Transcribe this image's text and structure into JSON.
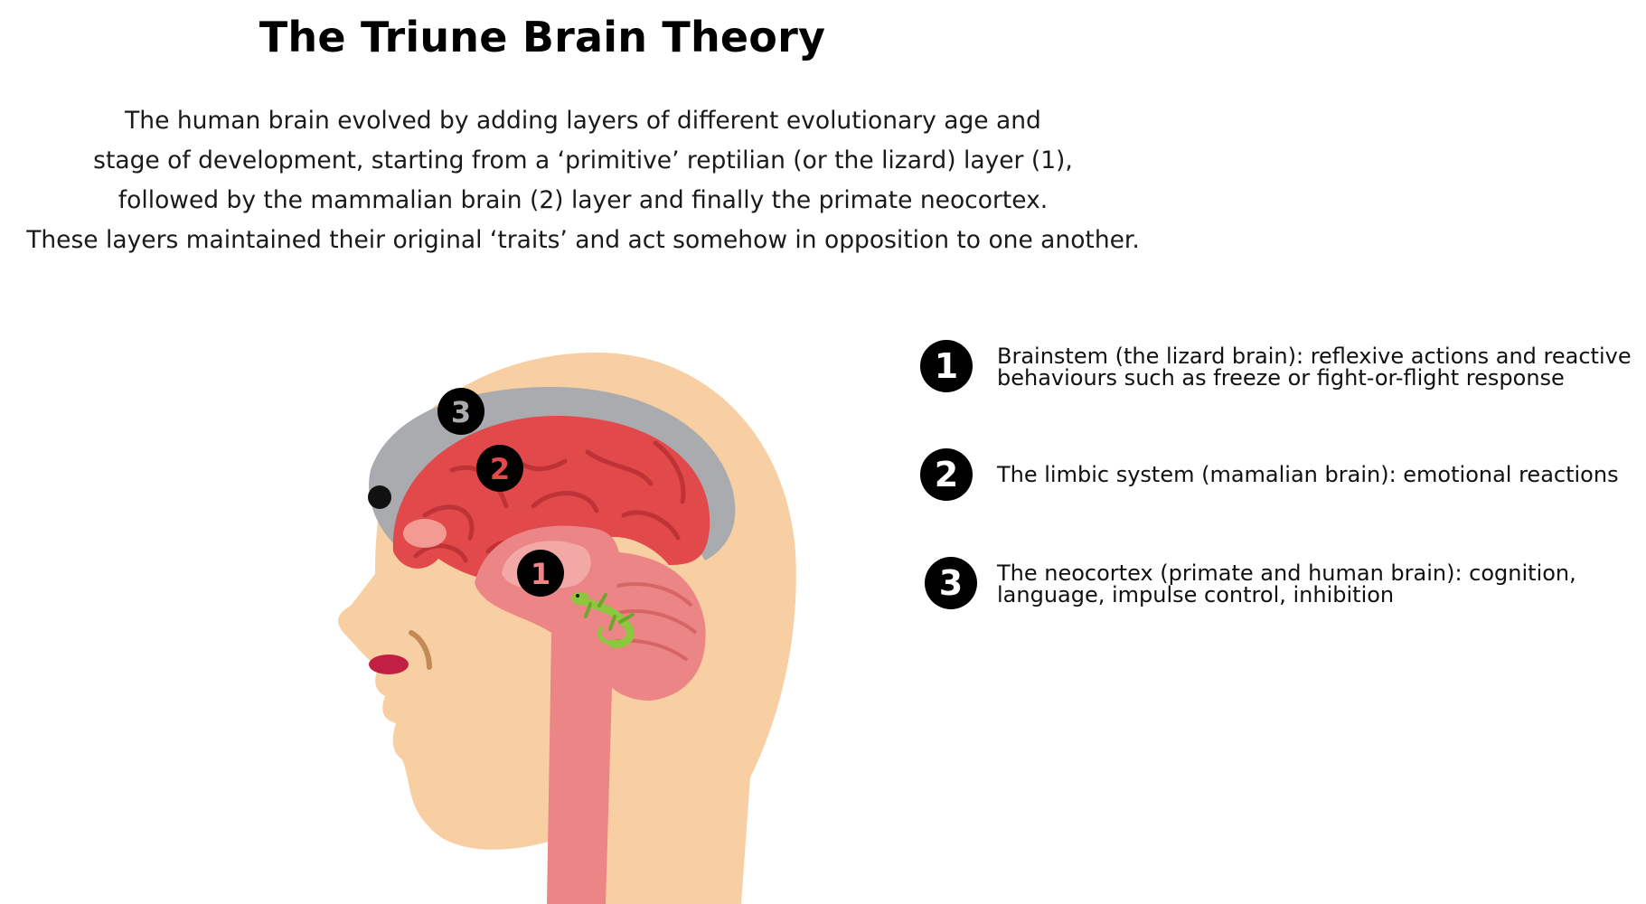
{
  "title": "The Triune Brain Theory",
  "intro_lines": [
    "The human brain evolved by adding layers of different evolutionary age and",
    "stage of development, starting from a ‘primitive’ reptilian (or the lizard) layer (1),",
    "followed by the mammalian brain (2) layer and finally the primate neocortex.",
    "These layers maintained their original ‘traits’ and act somehow in opposition to one another."
  ],
  "diagram": {
    "markers": [
      "3",
      "2",
      "1"
    ],
    "colors": {
      "skin": "#f8cfa2",
      "neocortex": "#a9abae",
      "limbic": "#e2494b",
      "brainstem": "#ec8585",
      "marker": "#000000",
      "lizard": "#8dc63f"
    }
  },
  "legend": [
    {
      "number": "1",
      "line1": "Brainstem (the lizard brain): reflexive actions and reactive",
      "line2": "behaviours such as freeze or fight-or-flight response"
    },
    {
      "number": "2",
      "line1": "The limbic system (mamalian brain): emotional reactions",
      "line2": ""
    },
    {
      "number": "3",
      "line1": "The neocortex (primate and human brain): cognition,",
      "line2": "language, impulse control, inhibition"
    }
  ]
}
